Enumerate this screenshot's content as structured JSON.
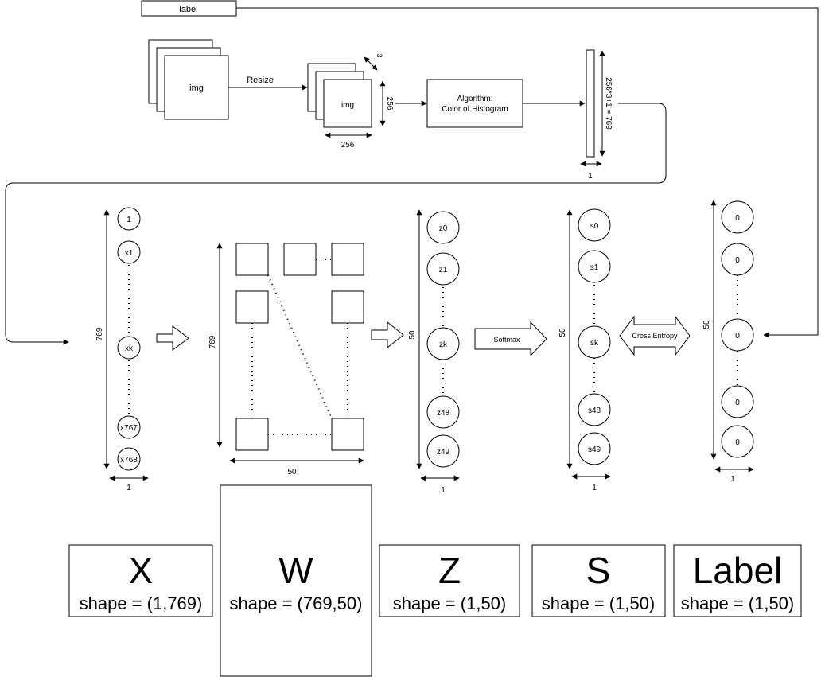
{
  "top": {
    "label_box": "label",
    "img_label": "img",
    "resize": "Resize",
    "img_small_label": "img",
    "dim_256_side": "256",
    "dim_256_bottom": "256",
    "dim_3": "3",
    "algorithm_line1": "Algorithm:",
    "algorithm_line2": "Color of Histogram",
    "vector_dim": "256*3+1 = 769",
    "vector_width": "1"
  },
  "input_column": {
    "nodes": [
      "1",
      "x1",
      "xk",
      "x767",
      "x768"
    ],
    "height_label": "769",
    "width_label": "1"
  },
  "weight_grid": {
    "height_label": "769",
    "width_label": "50"
  },
  "z_column": {
    "nodes": [
      "z0",
      "z1",
      "zk",
      "z48",
      "z49"
    ],
    "height_label": "50",
    "width_label": "1"
  },
  "softmax_label": "Softmax",
  "s_column": {
    "nodes": [
      "s0",
      "s1",
      "sk",
      "s48",
      "s49"
    ],
    "height_label": "50",
    "width_label": "1"
  },
  "cross_entropy_label": "Cross Entropy",
  "label_column": {
    "nodes": [
      "0",
      "0",
      "0",
      "0",
      "0"
    ],
    "height_label": "50",
    "width_label": "1"
  },
  "shape_boxes": [
    {
      "title": "X",
      "shape": "shape = (1,769)"
    },
    {
      "title": "W",
      "shape": "shape = (769,50)"
    },
    {
      "title": "Z",
      "shape": "shape = (1,50)"
    },
    {
      "title": "S",
      "shape": "shape = (1,50)"
    },
    {
      "title": "Label",
      "shape": "shape = (1,50)"
    }
  ]
}
